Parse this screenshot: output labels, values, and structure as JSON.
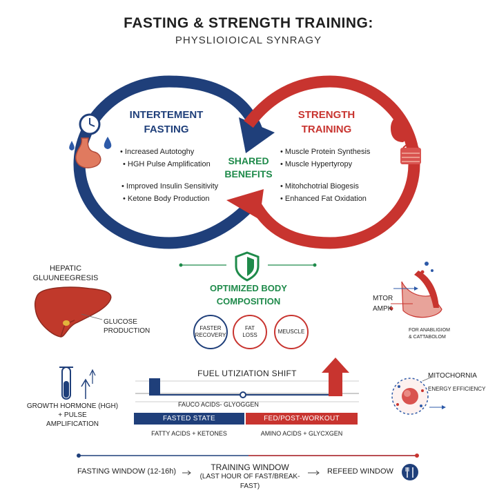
{
  "header": {
    "title": "FASTING & STRENGTH TRAINING:",
    "subtitle": "PHYSLIOIOICAL SYNRAGY"
  },
  "fasting": {
    "title_line1": "INTERTEMENT",
    "title_line2": "FASTING",
    "bullets": [
      "• Increased Autotoghy",
      "• HGH Pulse Amplification",
      "• Improved Insulin Sensitivity",
      "• Ketone Body Production"
    ]
  },
  "strength": {
    "title_line1": "STRENGTH",
    "title_line2": "TRAINING",
    "bullets": [
      "• Muscle Protein Synthesis",
      "• Muscle Hypertyropy",
      "• Mitohchotrial Biogesis",
      "• Enhanced Fat Oxidation"
    ]
  },
  "shared": {
    "line1": "SHARED",
    "line2": "BENEFITS"
  },
  "optimized": {
    "line1": "OPTIMIZED BODY",
    "line2": "COMPOSITION",
    "circles": [
      {
        "label_line1": "FASTER",
        "label_line2": "RECOVERY"
      },
      {
        "label_line1": "FAT",
        "label_line2": "LOSS"
      },
      {
        "label_line1": "MEUSCLE",
        "label_line2": ""
      }
    ]
  },
  "liver": {
    "title_line1": "HEPATIC",
    "title_line2": "GLUUNEEGRESIS",
    "note_line1": "GLUCOSE",
    "note_line2": "PRODUCTION"
  },
  "muscle_panel": {
    "mtor": "MTOR",
    "ampk": "AMPK",
    "note_line1": "FOR ANABLIGIOM",
    "note_line2": "& CATTABOLOM"
  },
  "hgh": {
    "line1": "GROWTH HORMONE (HGH)",
    "line2": "+ PULSE",
    "line3": "AMPLIFICATION"
  },
  "fuel": {
    "title": "FUEL UTIZIATION SHIFT",
    "axis_label": "FAUCO ACIDS- GLYOGGEN",
    "fasted_label": "FASTED STATE",
    "fed_label": "FED/POST-WORKOUT",
    "fasted_fuel": "FATTY ACIDS + KETONES",
    "fed_fuel": "AMINO ACIDS + GLYCXGEN"
  },
  "mito": {
    "title": "MITOCHORNIA",
    "note": "ENERGY EFFICIENCY"
  },
  "timeline": {
    "fasting_window": "FASTING WINDOW (12-16h)",
    "training_line1": "TRAINING WINDOW",
    "training_line2": "(LAST HOUR OF FAST/BREAK-FAST)",
    "refeed_window": "REFEED WINDOW"
  },
  "colors": {
    "blue": "#1f3f7a",
    "red": "#c8342f",
    "green": "#1e8a4a"
  },
  "icons": [
    "clock-icon",
    "stomach-icon",
    "water-drop-icon",
    "flexed-arm-icon",
    "muscle-tissue-icon",
    "shield-icon",
    "liver-icon",
    "test-tube-icon",
    "up-arrow-icon",
    "muscle-fiber-icon",
    "mitochondria-cell-icon",
    "fork-knife-icon"
  ]
}
